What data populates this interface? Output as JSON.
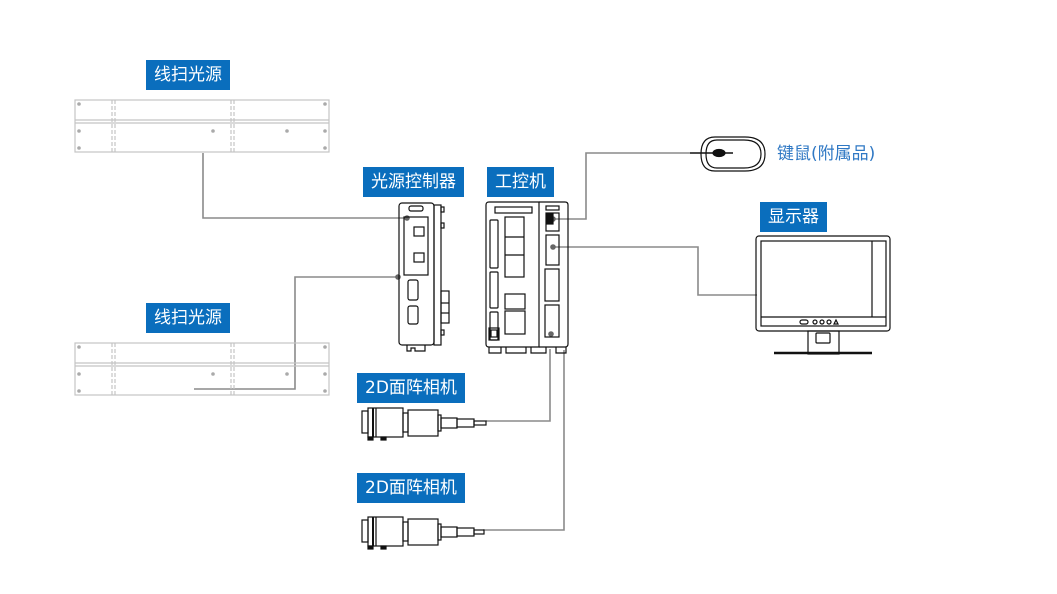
{
  "diagram": {
    "type": "system-connection-diagram",
    "colors": {
      "label_background": "#0a6ebd",
      "label_text": "#ffffff",
      "accessory_text": "#2f78c4",
      "connector_line": "#8a8a8a",
      "device_outline": "#111111",
      "light_outline": "#c8c8c8"
    },
    "nodes": {
      "line_light_1": {
        "label": "线扫光源",
        "icon": "line-scan-light-icon"
      },
      "line_light_2": {
        "label": "线扫光源",
        "icon": "line-scan-light-icon"
      },
      "light_controller": {
        "label": "光源控制器",
        "icon": "light-controller-icon"
      },
      "ipc": {
        "label": "工控机",
        "icon": "industrial-pc-icon"
      },
      "mouse": {
        "label": "键鼠(附属品)",
        "icon": "mouse-icon"
      },
      "monitor": {
        "label": "显示器",
        "icon": "monitor-icon"
      },
      "camera_1": {
        "label": "2D面阵相机",
        "icon": "area-camera-icon"
      },
      "camera_2": {
        "label": "2D面阵相机",
        "icon": "area-camera-icon"
      }
    },
    "edges": [
      {
        "from": "line_light_1",
        "to": "light_controller"
      },
      {
        "from": "line_light_2",
        "to": "light_controller"
      },
      {
        "from": "ipc",
        "to": "mouse"
      },
      {
        "from": "ipc",
        "to": "monitor"
      },
      {
        "from": "ipc",
        "to": "camera_1"
      },
      {
        "from": "ipc",
        "to": "camera_2"
      }
    ]
  }
}
